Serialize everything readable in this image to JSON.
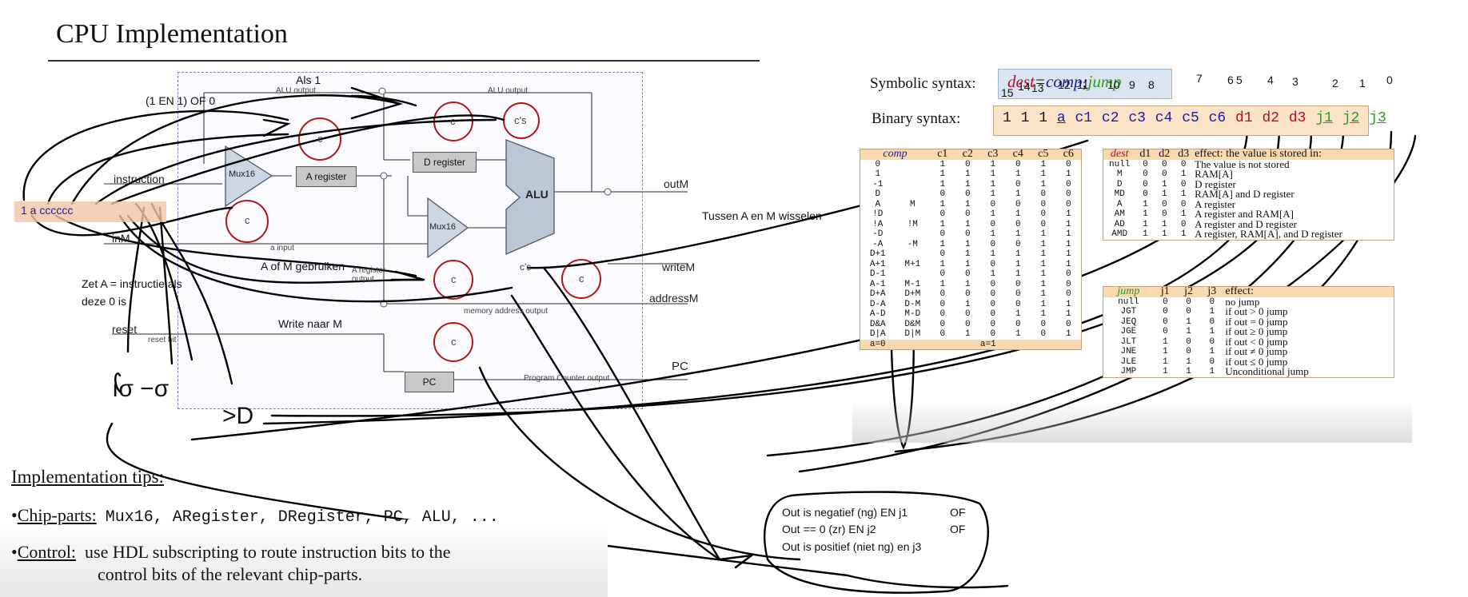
{
  "slide": {
    "title": "CPU Implementation",
    "labels": {
      "alu_output_top": "ALU output",
      "alu_output_right": "ALU output",
      "instruction": "instruction",
      "inM": "inM",
      "outM": "outM",
      "writeM": "writeM",
      "addressM": "addressM",
      "reset": "reset",
      "pc": "PC",
      "mux16_a": "Mux16",
      "mux16_b": "Mux16",
      "a_register": "A register",
      "d_register": "D register",
      "alu": "ALU",
      "pc_box": "PC",
      "c": "c",
      "cs": "c's",
      "a_input": "a input",
      "a_register_output": "A register output",
      "memory_address_output": "memory address output",
      "reset_bit": "reset bit",
      "program_counter_output": "Program Counter output",
      "instruction_bits": "1 a cccccc"
    },
    "annotations": {
      "als1": "Als 1",
      "en_of": "(1 EN 1) OF 0",
      "zet_a_line1": "Zet A = instructie als",
      "zet_a_line2": "deze 0 is",
      "a_of_m": "A of M gebruiken",
      "write_naar_m": "Write naar M",
      "tussen": "Tussen A en M wisselen",
      "scribble_left": "ıσ −σ",
      "scribble_d": ">D"
    },
    "tips": {
      "heading": "Implementation tips:",
      "chip_label": "Chip-parts:",
      "chip_text": "Mux16, ARegister, DRegister, PC, ALU, ...",
      "control_label": "Control:",
      "control_line1": "use HDL subscripting to route instruction bits to the",
      "control_line2": "control bits of the relevant chip-parts."
    }
  },
  "syntax": {
    "symbolic_label": "Symbolic syntax:",
    "binary_label": "Binary syntax:",
    "symbolic_parts": [
      "dest",
      "=",
      "comp",
      ";",
      "jump"
    ],
    "bit_positions_overlay": [
      "15",
      "14",
      "13",
      "12",
      "11",
      "10",
      "9",
      "8"
    ],
    "bit_positions_right": [
      "7",
      "6",
      "5",
      "4",
      "3",
      "2",
      "1",
      "0"
    ],
    "binary_parts": [
      "1",
      "1",
      "1",
      "a",
      "c1",
      "c2",
      "c3",
      "c4",
      "c5",
      "c6",
      "d1",
      "d2",
      "d3",
      "j1",
      "j2",
      "j3"
    ]
  },
  "comp_table": {
    "header": [
      "comp",
      "",
      "c1",
      "c2",
      "c3",
      "c4",
      "c5",
      "c6"
    ],
    "rows": [
      [
        "0",
        "",
        "1",
        "0",
        "1",
        "0",
        "1",
        "0"
      ],
      [
        "1",
        "",
        "1",
        "1",
        "1",
        "1",
        "1",
        "1"
      ],
      [
        "-1",
        "",
        "1",
        "1",
        "1",
        "0",
        "1",
        "0"
      ],
      [
        "D",
        "",
        "0",
        "0",
        "1",
        "1",
        "0",
        "0"
      ],
      [
        "A",
        "M",
        "1",
        "1",
        "0",
        "0",
        "0",
        "0"
      ],
      [
        "!D",
        "",
        "0",
        "0",
        "1",
        "1",
        "0",
        "1"
      ],
      [
        "!A",
        "!M",
        "1",
        "1",
        "0",
        "0",
        "0",
        "1"
      ],
      [
        "-D",
        "",
        "0",
        "0",
        "1",
        "1",
        "1",
        "1"
      ],
      [
        "-A",
        "-M",
        "1",
        "1",
        "0",
        "0",
        "1",
        "1"
      ],
      [
        "D+1",
        "",
        "0",
        "1",
        "1",
        "1",
        "1",
        "1"
      ],
      [
        "A+1",
        "M+1",
        "1",
        "1",
        "0",
        "1",
        "1",
        "1"
      ],
      [
        "D-1",
        "",
        "0",
        "0",
        "1",
        "1",
        "1",
        "0"
      ],
      [
        "A-1",
        "M-1",
        "1",
        "1",
        "0",
        "0",
        "1",
        "0"
      ],
      [
        "D+A",
        "D+M",
        "0",
        "0",
        "0",
        "0",
        "1",
        "0"
      ],
      [
        "D-A",
        "D-M",
        "0",
        "1",
        "0",
        "0",
        "1",
        "1"
      ],
      [
        "A-D",
        "M-D",
        "0",
        "0",
        "0",
        "1",
        "1",
        "1"
      ],
      [
        "D&A",
        "D&M",
        "0",
        "0",
        "0",
        "0",
        "0",
        "0"
      ],
      [
        "D|A",
        "D|M",
        "0",
        "1",
        "0",
        "1",
        "0",
        "1"
      ],
      [
        "a=0",
        "a=1",
        "",
        "",
        "",
        "",
        "",
        ""
      ]
    ]
  },
  "dest_table": {
    "header": [
      "dest",
      "d1",
      "d2",
      "d3",
      "effect: the value is stored in:"
    ],
    "rows": [
      [
        "null",
        "0",
        "0",
        "0",
        "The value is not stored"
      ],
      [
        "M",
        "0",
        "0",
        "1",
        "RAM[A]"
      ],
      [
        "D",
        "0",
        "1",
        "0",
        "D register"
      ],
      [
        "MD",
        "0",
        "1",
        "1",
        "RAM[A] and D register"
      ],
      [
        "A",
        "1",
        "0",
        "0",
        "A register"
      ],
      [
        "AM",
        "1",
        "0",
        "1",
        "A register and RAM[A]"
      ],
      [
        "AD",
        "1",
        "1",
        "0",
        "A register and D register"
      ],
      [
        "AMD",
        "1",
        "1",
        "1",
        "A register, RAM[A], and D register"
      ]
    ]
  },
  "jump_table": {
    "header": [
      "jump",
      "j1",
      "j2",
      "j3",
      "effect:"
    ],
    "rows": [
      [
        "null",
        "0",
        "0",
        "0",
        "no jump"
      ],
      [
        "JGT",
        "0",
        "0",
        "1",
        "if out > 0 jump"
      ],
      [
        "JEQ",
        "0",
        "1",
        "0",
        "if out = 0 jump"
      ],
      [
        "JGE",
        "0",
        "1",
        "1",
        "if out ≥ 0 jump"
      ],
      [
        "JLT",
        "1",
        "0",
        "0",
        "if out < 0 jump"
      ],
      [
        "JNE",
        "1",
        "0",
        "1",
        "if out ≠ 0 jump"
      ],
      [
        "JLE",
        "1",
        "1",
        "0",
        "if out ≤ 0 jump"
      ],
      [
        "JMP",
        "1",
        "1",
        "1",
        "Unconditional jump"
      ]
    ]
  },
  "jump_note": {
    "line1": "Out is negatief (ng) EN j1",
    "line1_or": "OF",
    "line2": "Out == 0 (zr) EN j2",
    "line2_or": "OF",
    "line3": "Out is positief (niet ng) en j3"
  },
  "colors": {
    "dest": "#b0102a",
    "comp": "#1a1aa0",
    "jump": "#2a9a20",
    "header_fill": "#f8d9b0",
    "register_fill": "#c8c8c8",
    "circle_stroke": "#b01818"
  }
}
